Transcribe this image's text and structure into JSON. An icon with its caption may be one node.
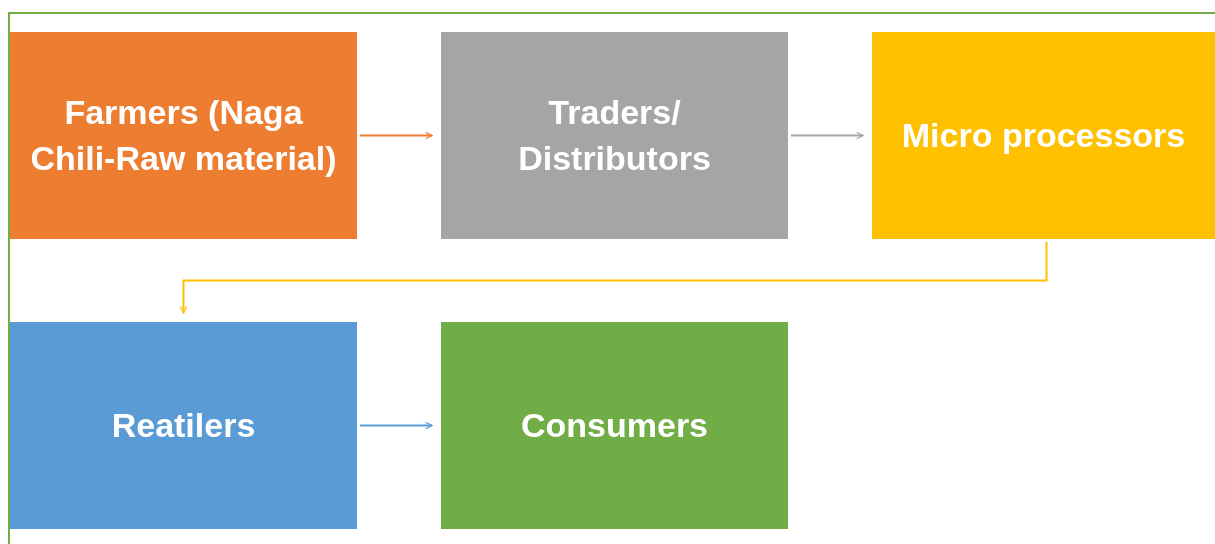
{
  "diagram": {
    "nodes": [
      {
        "text": [
          "Farmers (Naga Chili-Raw material)"
        ]
      },
      {
        "text": [
          "Traders/ Distributors"
        ]
      },
      {
        "text": [
          "Micro processors"
        ]
      },
      {
        "text": [
          "Reatilers"
        ]
      },
      {
        "text": [
          "Consumers"
        ]
      }
    ],
    "edges": [
      {
        "from": 0,
        "to": 1,
        "arrow": "to",
        "color": "#ed7d31"
      },
      {
        "from": 1,
        "to": 2,
        "arrow": "to",
        "color": "#a5a5a5"
      },
      {
        "from": 2,
        "to": 3,
        "arrow": "to",
        "color": "#ffc000"
      },
      {
        "from": 3,
        "to": 4,
        "arrow": "to",
        "color": "#5b9bd5"
      }
    ]
  }
}
